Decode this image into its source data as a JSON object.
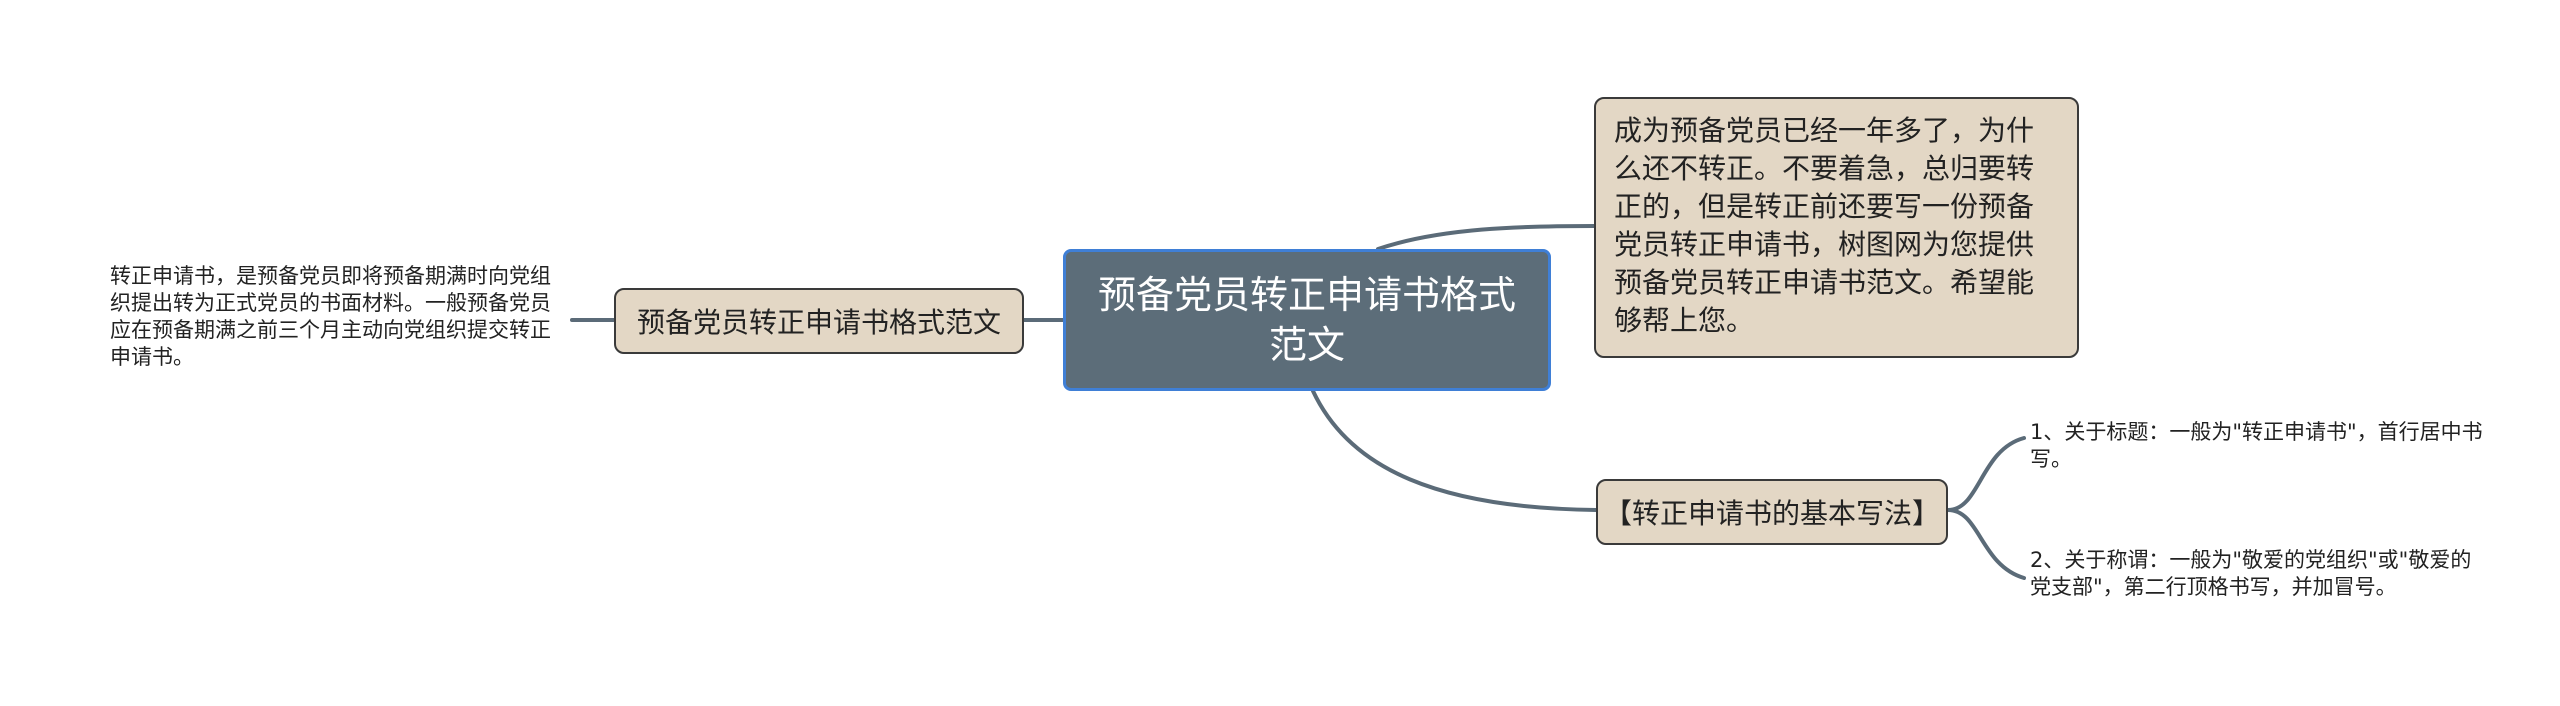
{
  "root": {
    "label": "预备党员转正申请书格式范文"
  },
  "left_topic": {
    "label": "预备党员转正申请书格式范文",
    "note": "转正申请书，是预备党员即将预备期满时向党组织提出转为正式党员的书面材料。一般预备党员应在预备期满之前三个月主动向党组织提交转正申请书。"
  },
  "intro_topic": {
    "label": "成为预备党员已经一年多了，为什么还不转正。不要着急，总归要转正的，但是转正前还要写一份预备党员转正申请书，树图网为您提供预备党员转正申请书范文。希望能够帮上您。"
  },
  "basic_topic": {
    "label": "【转正申请书的基本写法】",
    "notes": [
      "1、关于标题：一般为\"转正申请书\"，首行居中书写。",
      "2、关于称谓：一般为\"敬爱的党组织\"或\"敬爱的党支部\"，第二行顶格书写，并加冒号。"
    ]
  },
  "colors": {
    "root_fill": "#5c6d79",
    "root_border": "#3f7fd6",
    "topic_fill": "#e3d7c5",
    "connector": "#5b6b78"
  }
}
